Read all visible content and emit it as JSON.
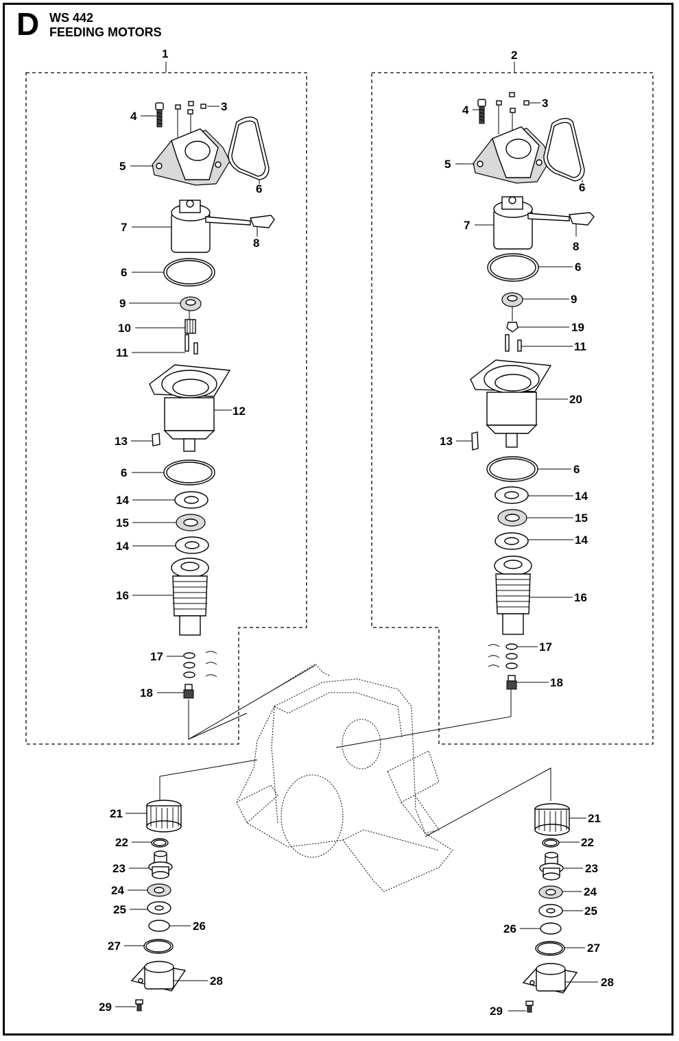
{
  "header": {
    "letter": "D",
    "model": "WS 442",
    "title": "FEEDING MOTORS"
  },
  "callouts": {
    "l1": "1",
    "l3": "3",
    "l4": "4",
    "l5": "5",
    "l6a": "6",
    "l7": "7",
    "l8": "8",
    "l6b": "6",
    "l9": "9",
    "l10": "10",
    "l11": "11",
    "l12": "12",
    "l13": "13",
    "l6c": "6",
    "l14a": "14",
    "l15": "15",
    "l14b": "14",
    "l16": "16",
    "l17": "17",
    "l18": "18",
    "r2": "2",
    "r3": "3",
    "r4": "4",
    "r5": "5",
    "r6a": "6",
    "r7": "7",
    "r8": "8",
    "r6b": "6",
    "r9": "9",
    "r19": "19",
    "r11": "11",
    "r20": "20",
    "r13": "13",
    "r6c": "6",
    "r14a": "14",
    "r15": "15",
    "r14b": "14",
    "r16": "16",
    "r17": "17",
    "r18": "18",
    "bl21": "21",
    "bl22": "22",
    "bl23": "23",
    "bl24": "24",
    "bl25": "25",
    "bl26": "26",
    "bl27": "27",
    "bl28": "28",
    "bl29": "29",
    "br21": "21",
    "br22": "22",
    "br23": "23",
    "br24": "24",
    "br25": "25",
    "br26": "26",
    "br27": "27",
    "br28": "28",
    "br29": "29"
  }
}
